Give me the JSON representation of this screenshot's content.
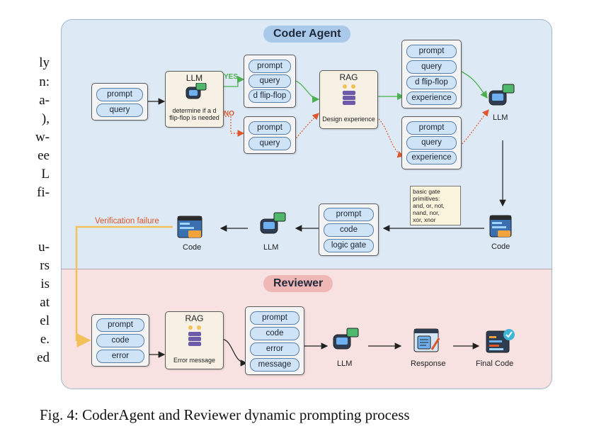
{
  "side_text": [
    "ly",
    "n:",
    "a-",
    "),",
    "w-",
    "ee",
    "L",
    "fi-",
    "u-",
    "rs",
    "is",
    "at",
    "el",
    "e.",
    "ed"
  ],
  "coder": {
    "title": "Coder Agent",
    "input": [
      "prompt",
      "query"
    ],
    "llm1": {
      "title": "LLM",
      "desc": "determine if a d flip-flop is needed"
    },
    "yes": "YES",
    "no": "NO",
    "yes_box": [
      "prompt",
      "query",
      "d flip-flop"
    ],
    "no_box": [
      "prompt",
      "query"
    ],
    "rag": {
      "title": "RAG",
      "desc": "Design experience"
    },
    "out_top": [
      "prompt",
      "query",
      "d flip-flop",
      "experience"
    ],
    "out_bot": [
      "prompt",
      "query",
      "experience"
    ],
    "llm2": "LLM",
    "code_right": "Code",
    "note": [
      "basic gate",
      "primitives:",
      "and, or, not,",
      "nand, nor,",
      "xor, xnor"
    ],
    "gate_box": [
      "prompt",
      "code",
      "logic gate"
    ],
    "llm3": "LLM",
    "code_left": "Code",
    "fail": "Verification failure"
  },
  "reviewer": {
    "title": "Reviewer",
    "input": [
      "prompt",
      "code",
      "error"
    ],
    "rag": {
      "title": "RAG",
      "desc": "Error message"
    },
    "msg_box": [
      "prompt",
      "code",
      "error",
      "message"
    ],
    "llm": "LLM",
    "response": "Response",
    "final": "Final Code"
  },
  "caption": "Fig. 4: CoderAgent and Reviewer dynamic prompting process",
  "colors": {
    "panel_top": "#ddeaf6",
    "panel_bottom": "#f7e1e1",
    "pill": "#cfe3f7",
    "yes": "#4caf50",
    "no": "#e0552a",
    "fail": "#f2c15a"
  }
}
